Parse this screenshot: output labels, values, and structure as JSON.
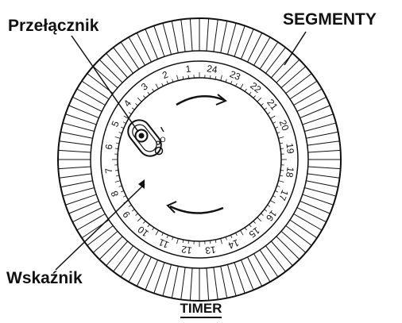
{
  "labels": {
    "switch": "Przełącznik",
    "segments": "SEGMENTY",
    "pointer": "Wskaźnik"
  },
  "caption": "TIMER",
  "dial": {
    "hour_numbers": [
      "24",
      "23",
      "22",
      "21",
      "20",
      "19",
      "18",
      "17",
      "16",
      "15",
      "14",
      "13",
      "12",
      "11",
      "10",
      "9",
      "8",
      "7",
      "6",
      "5",
      "4",
      "3",
      "2",
      "1"
    ],
    "segment_count": 96,
    "switch_marks": [
      "I",
      "O"
    ]
  },
  "colors": {
    "ink": "#111111",
    "paper": "#ffffff"
  }
}
